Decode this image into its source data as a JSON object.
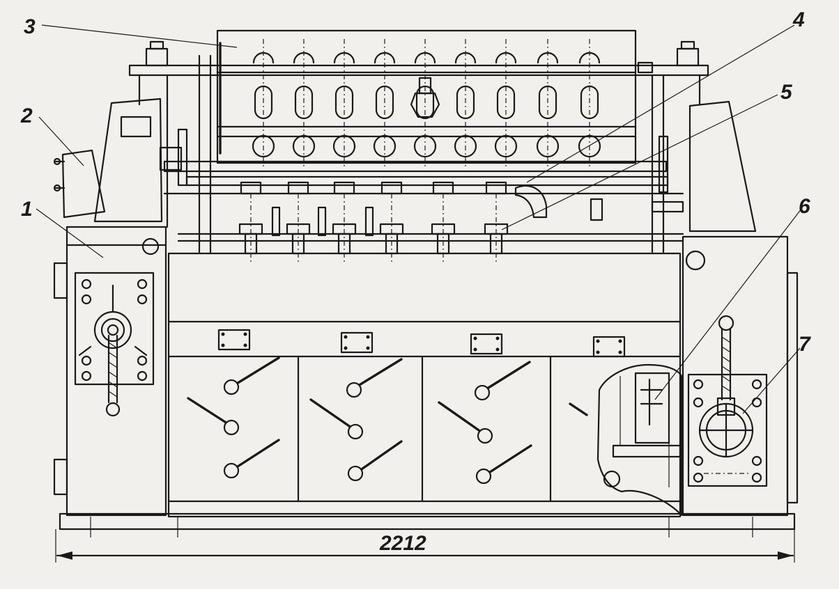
{
  "callouts": [
    {
      "id": "1",
      "label": "1"
    },
    {
      "id": "2",
      "label": "2"
    },
    {
      "id": "3",
      "label": "3"
    },
    {
      "id": "4",
      "label": "4"
    },
    {
      "id": "5",
      "label": "5"
    },
    {
      "id": "6",
      "label": "6"
    },
    {
      "id": "7",
      "label": "7"
    }
  ],
  "dimension": {
    "overall_width": "2212"
  }
}
